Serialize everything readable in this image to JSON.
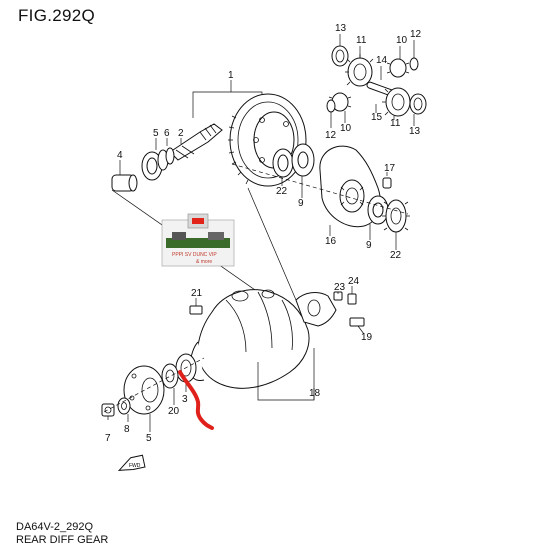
{
  "figure": {
    "title": "FIG.292Q",
    "code": "DA64V-2_292Q",
    "name": "REAR DIFF GEAR",
    "front_arrow_label": "FWD"
  },
  "callouts": {
    "c1": "1",
    "c2": "2",
    "c3": "3",
    "c4": "4",
    "c5": "5",
    "c6": "6",
    "c7": "7",
    "c8": "8",
    "c9a": "9",
    "c9b": "9",
    "c10a": "10",
    "c10b": "10",
    "c11a": "11",
    "c11b": "11",
    "c12a": "12",
    "c12b": "12",
    "c13a": "13",
    "c13b": "13",
    "c14": "14",
    "c15": "15",
    "c16": "16",
    "c17": "17",
    "c18": "18",
    "c19": "19",
    "c20": "20",
    "c21": "21",
    "c22a": "22",
    "c22b": "22",
    "c23": "23",
    "c24": "24"
  },
  "stamp": {
    "line1": "PPPI SV DUNC VIP",
    "line2": "& more"
  },
  "colors": {
    "annotation": "#e0201b",
    "line": "#111111"
  }
}
